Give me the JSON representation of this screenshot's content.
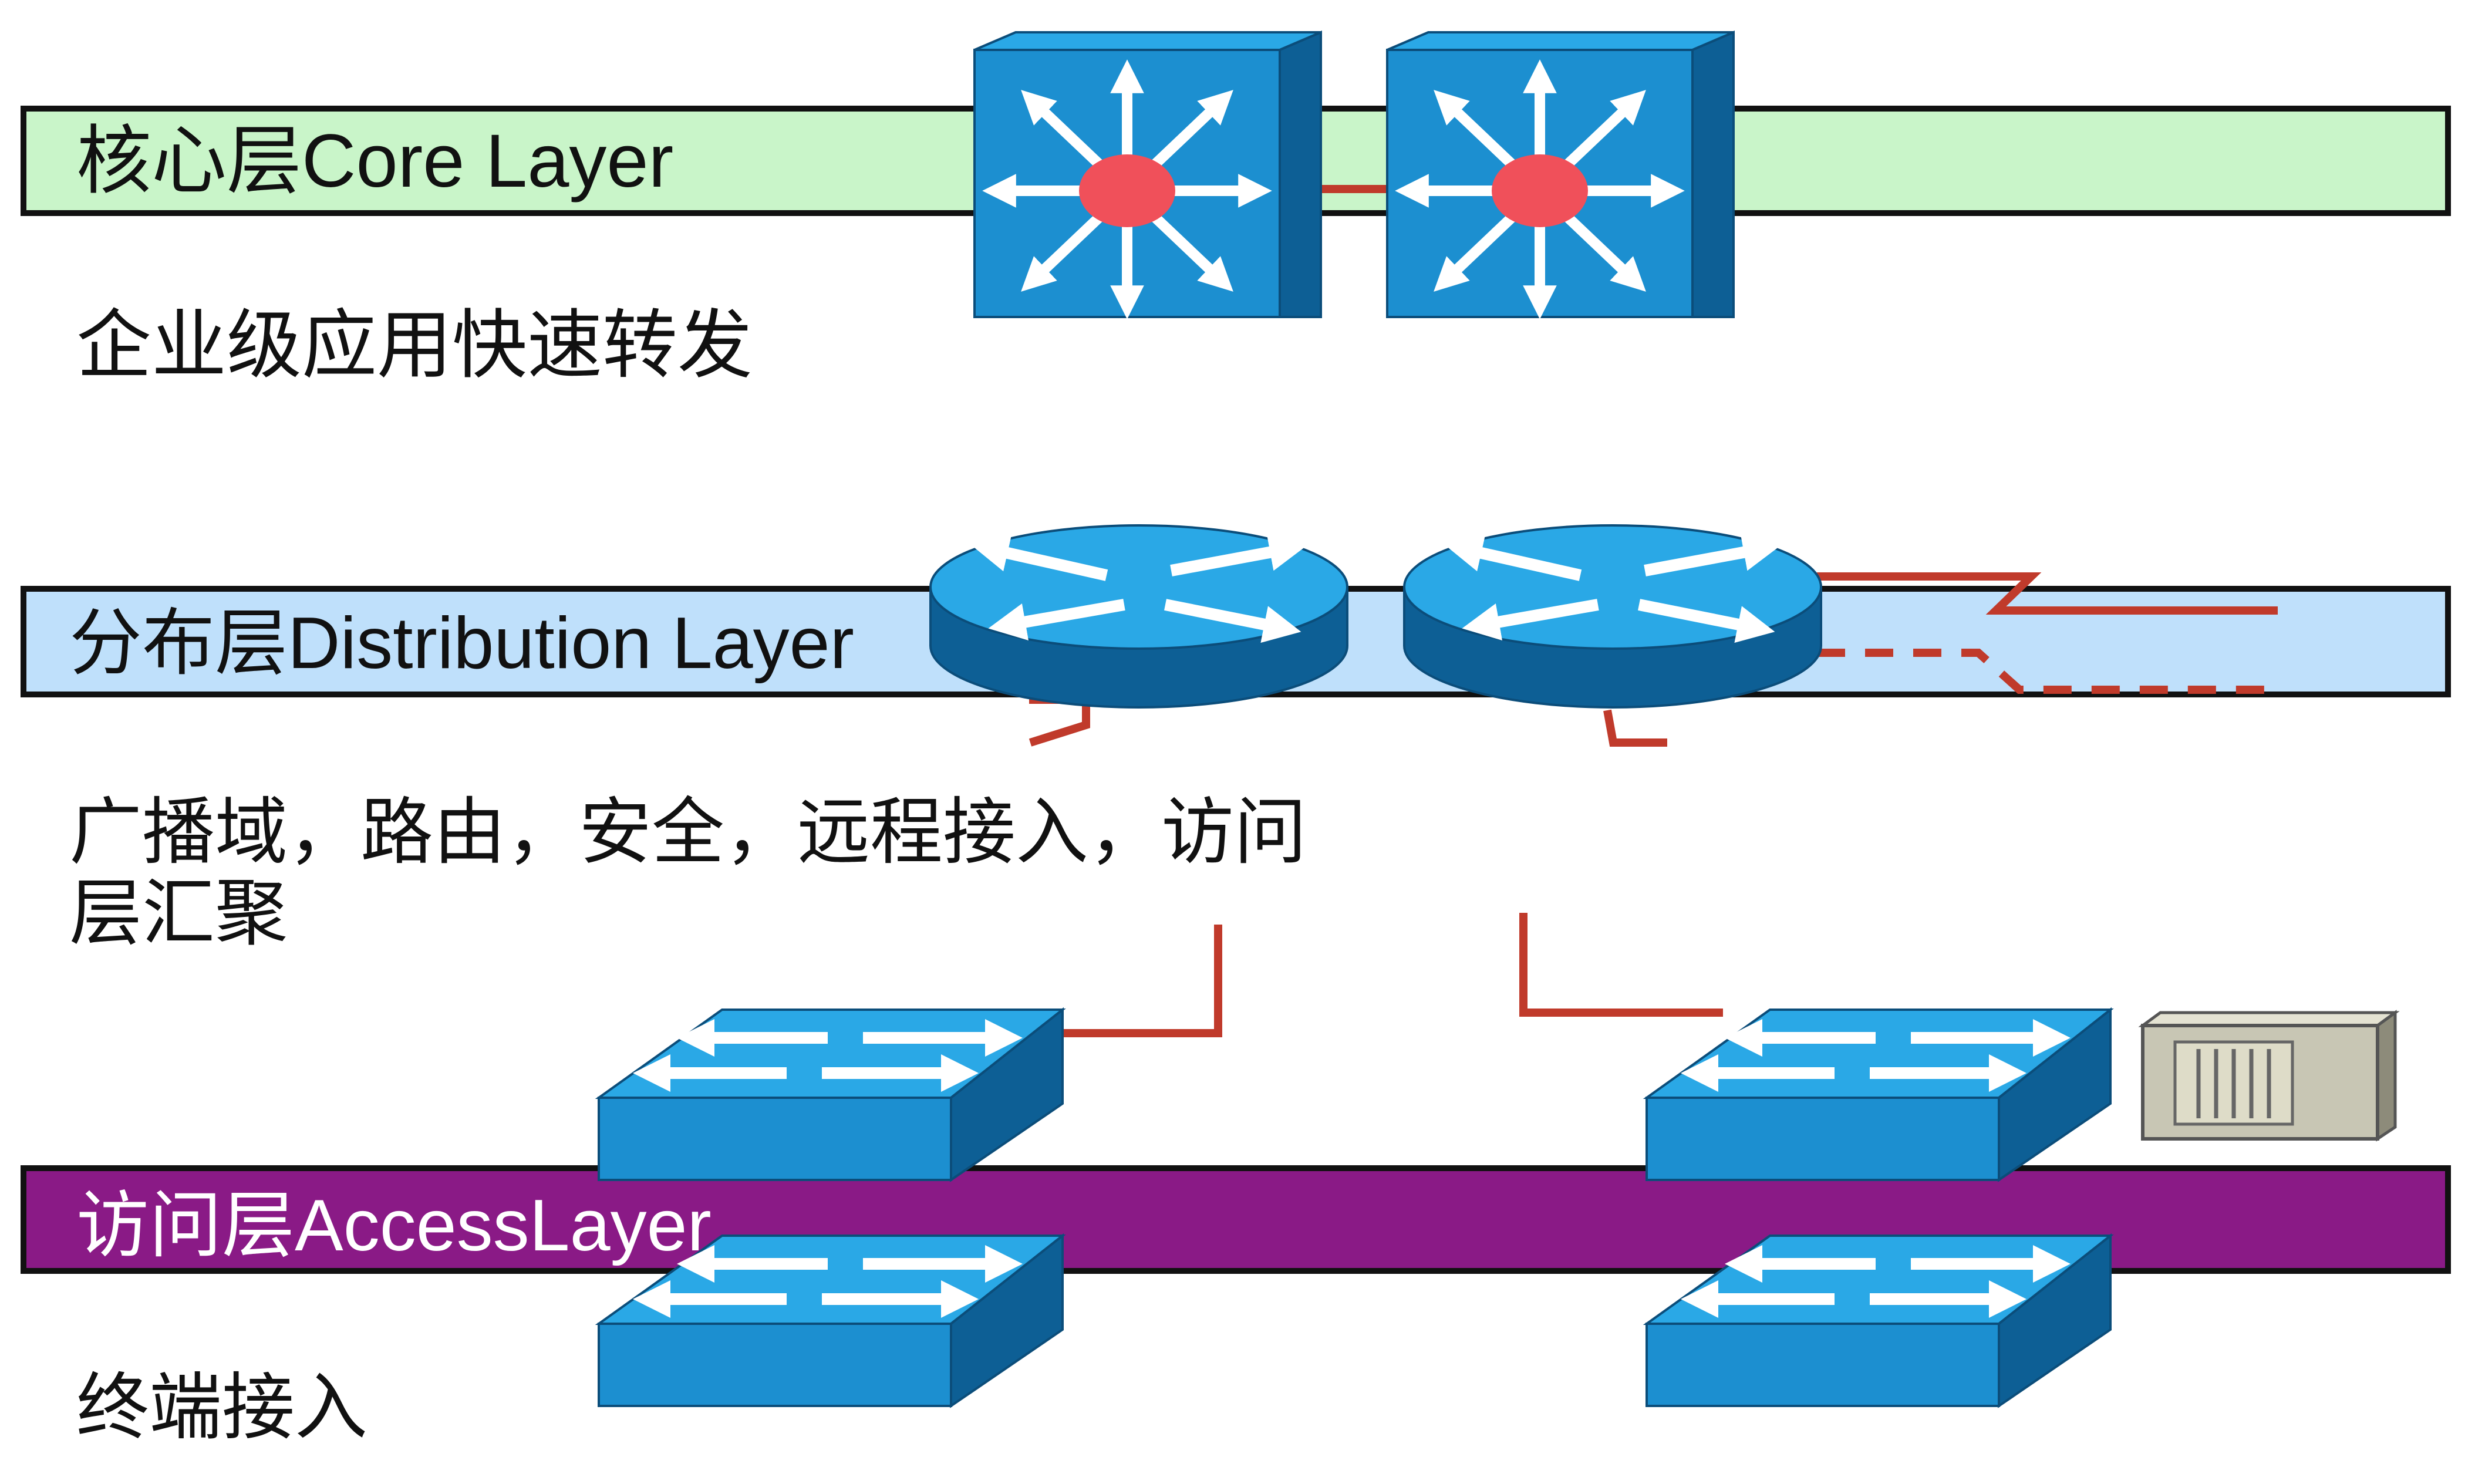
{
  "layers": {
    "core": {
      "label": "核心层Core Layer",
      "description": "企业级应用快速转发",
      "band_color": "#c9f5c9",
      "text_color": "#111111"
    },
    "distribution": {
      "label": "分布层Distribution Layer",
      "description_line1": "广播域，路由，安全，远程接入，访问",
      "description_line2": "层汇聚",
      "band_color": "#bfe0fb",
      "text_color": "#111111"
    },
    "access": {
      "label": "访问层AccessLayer",
      "description": "终端接入",
      "band_color": "#8a1a86",
      "text_color": "#ffffff"
    }
  },
  "colors": {
    "device_front": "#1c8fd0",
    "device_top": "#2aa8e6",
    "device_side": "#0d5f95",
    "link": "#c03a2b",
    "core_hub": "#f0505a",
    "server_body": "#c8c6b4"
  },
  "devices": {
    "core_switch_icon": "multilayer-switch-icon",
    "router_icon": "router-icon",
    "access_switch_icon": "workgroup-switch-icon",
    "server_icon": "server-icon"
  }
}
